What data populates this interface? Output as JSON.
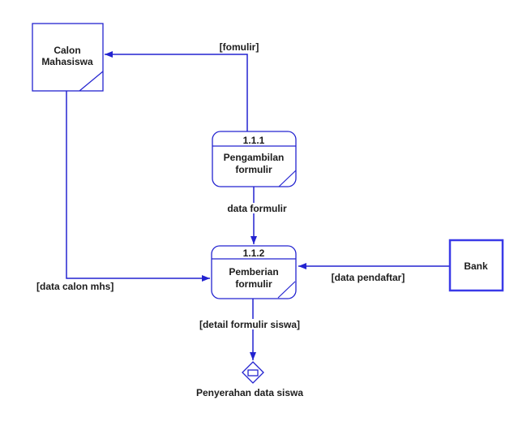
{
  "diagram": {
    "kind": "data-flow-diagram",
    "colors": {
      "flow_line": "#2323d0",
      "shape_border": "#2323d0",
      "bank_border": "#3a3ae8",
      "label_text": "#1c1c1c",
      "background": "#ffffff"
    },
    "external_entities": [
      {
        "id": "calon-mahasiswa",
        "lines": [
          "Calon",
          "Mahasiswa"
        ]
      },
      {
        "id": "bank",
        "lines": [
          "Bank"
        ]
      }
    ],
    "processes": [
      {
        "id": "process-1-1-1",
        "number": "1.1.1",
        "lines": [
          "Pengambilan",
          "formulir"
        ]
      },
      {
        "id": "process-1-1-2",
        "number": "1.1.2",
        "lines": [
          "Pemberian",
          "formulir"
        ]
      }
    ],
    "offpage_connector": {
      "id": "penyerahan-data-siswa",
      "label": "Penyerahan data siswa"
    },
    "flows": [
      {
        "label": "[fomulir]",
        "from": "process-1-1-1",
        "to": "calon-mahasiswa"
      },
      {
        "label": "data formulir",
        "from": "process-1-1-1",
        "to": "process-1-1-2"
      },
      {
        "label": "[data calon mhs]",
        "from": "calon-mahasiswa",
        "to": "process-1-1-2"
      },
      {
        "label": "[data pendaftar]",
        "from": "bank",
        "to": "process-1-1-2"
      },
      {
        "label": "[detail formulir siswa]",
        "from": "process-1-1-2",
        "to": "penyerahan-data-siswa"
      }
    ]
  }
}
